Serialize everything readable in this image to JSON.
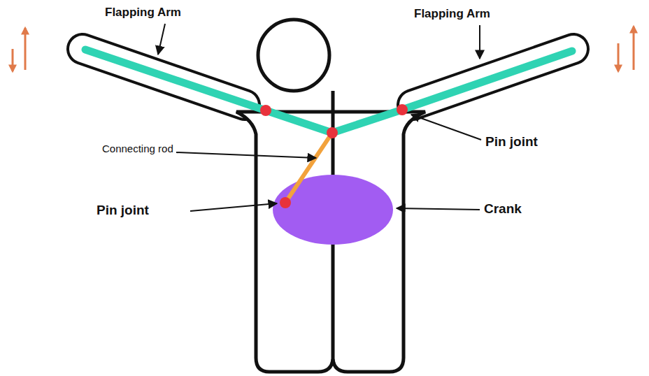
{
  "diagram": {
    "labels": [
      "Flapping Arm",
      "Flapping Arm",
      "Connecting rod",
      "Pin joint",
      "Pin joint",
      "Crank"
    ]
  }
}
